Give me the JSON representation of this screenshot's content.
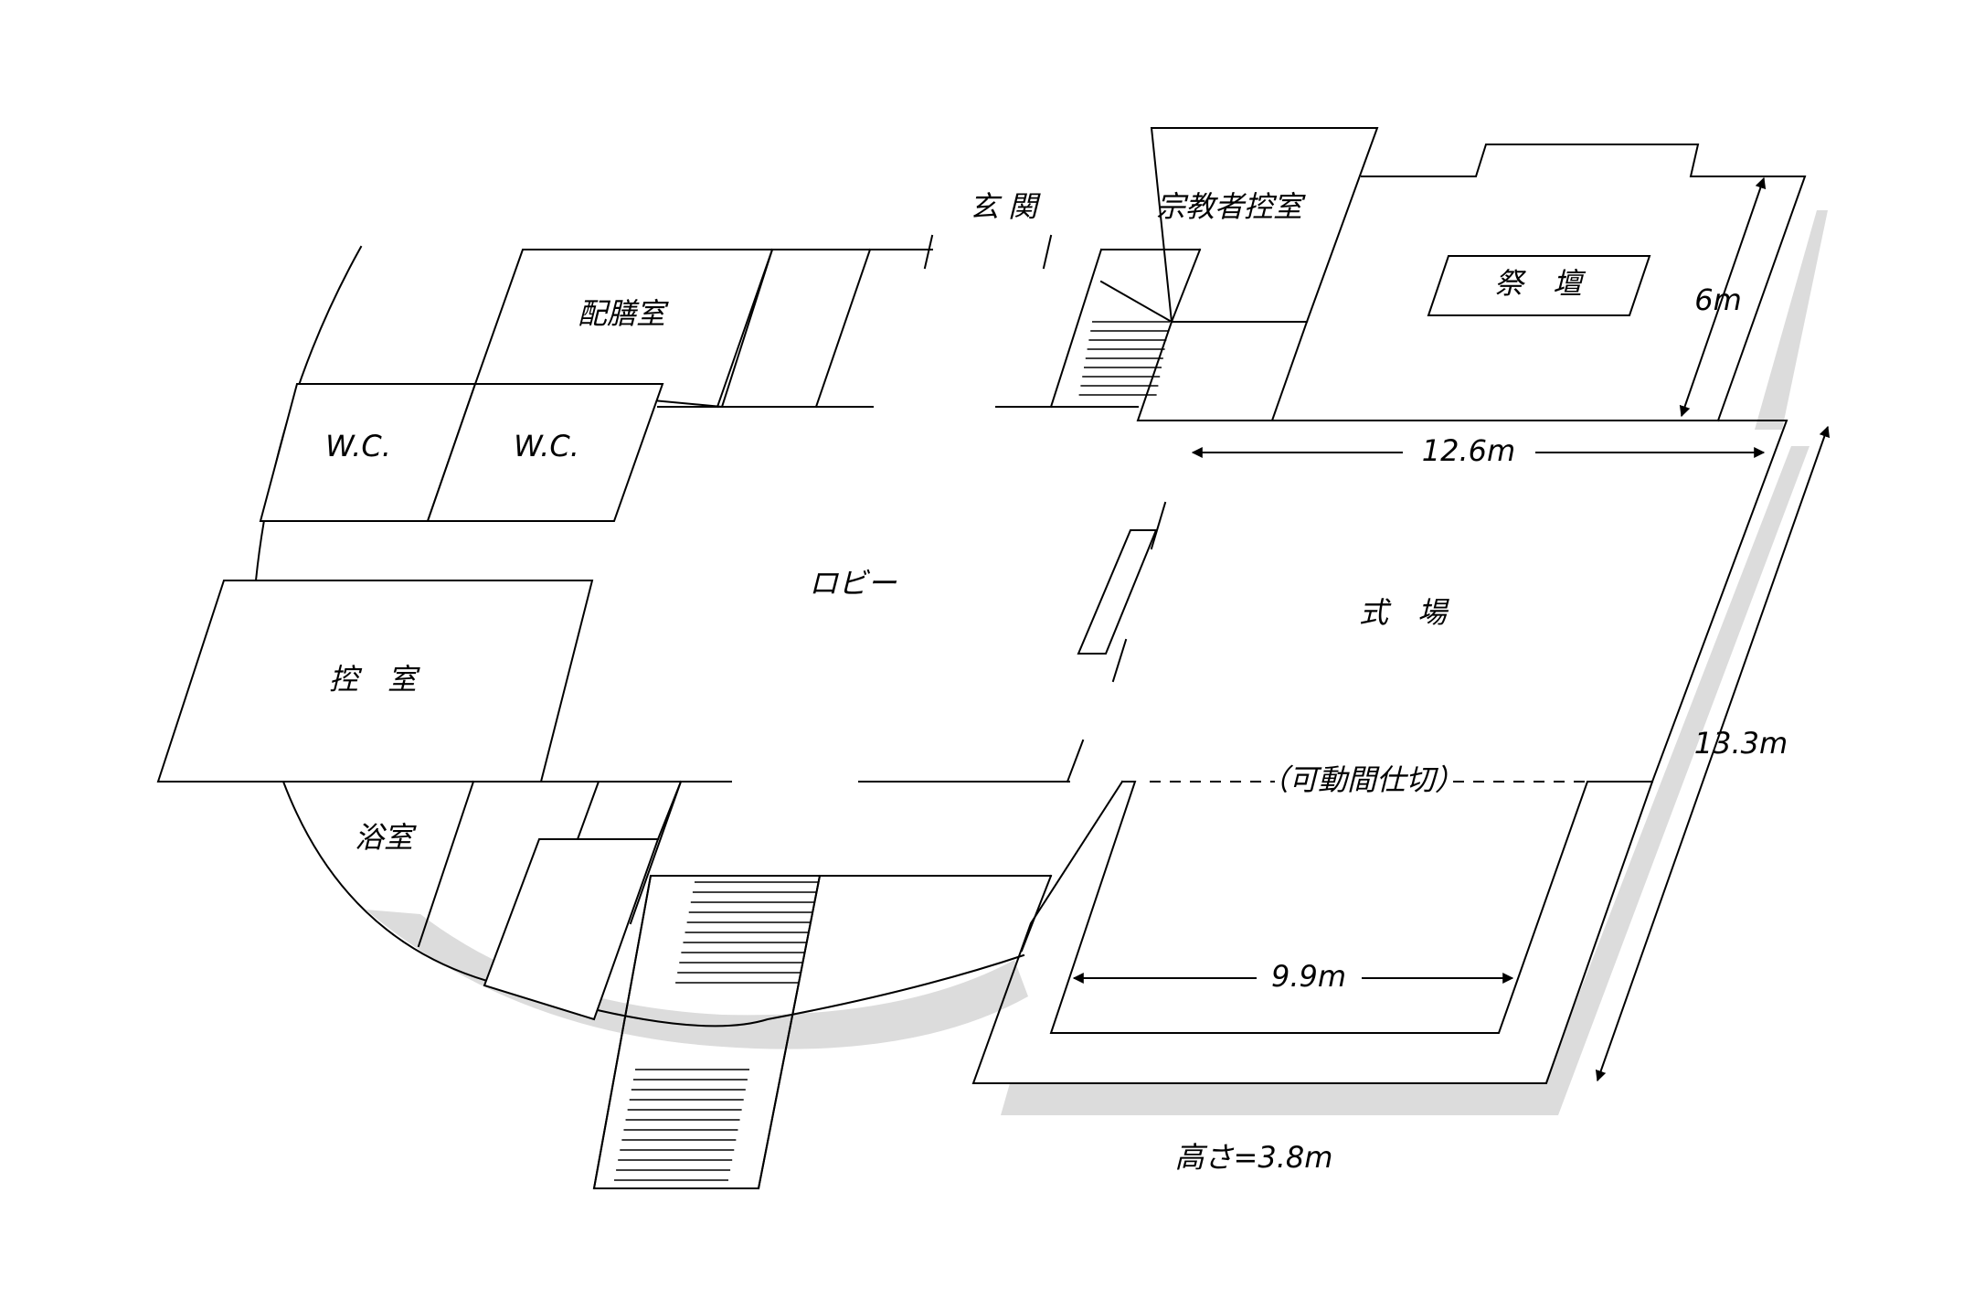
{
  "rooms": {
    "entrance": "玄 関",
    "clergy_room": "宗教者控室",
    "altar": "祭　壇",
    "catering": "配膳室",
    "wc_left": "W.C.",
    "wc_right": "W.C.",
    "lobby": "ロビー",
    "waiting_room": "控　室",
    "bathroom": "浴室",
    "ceremony_hall": "式　場"
  },
  "partition_label": "（可動間仕切）",
  "dimensions": {
    "altar_depth": "6m",
    "hall_width": "12.6m",
    "hall_length": "13.3m",
    "rear_width": "9.9m",
    "height": "高さ=3.8m"
  }
}
